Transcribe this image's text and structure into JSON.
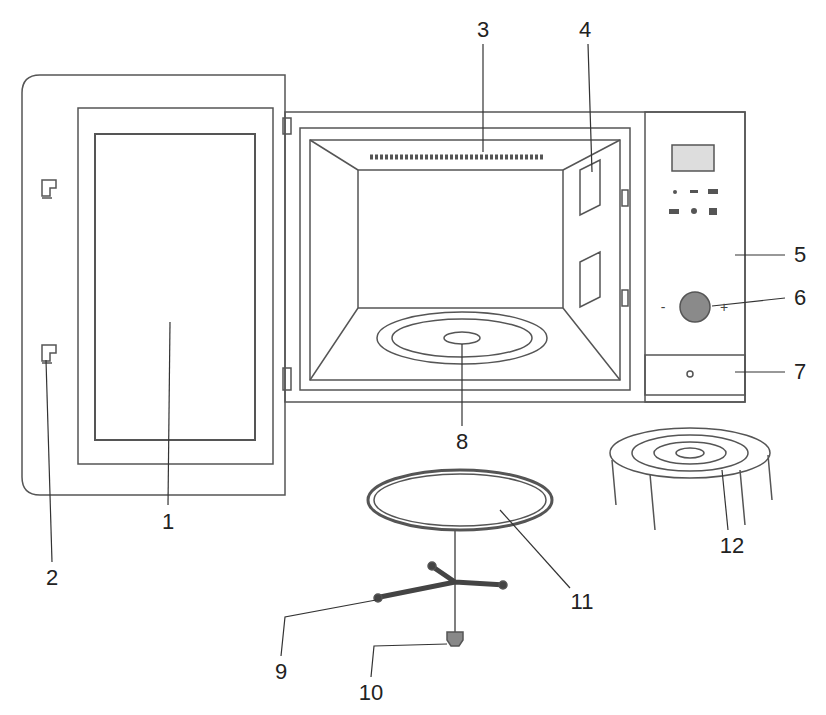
{
  "diagram": {
    "labels": [
      "3",
      "4",
      "5",
      "6",
      "-",
      "+",
      "7",
      "8",
      "1",
      "12",
      "2",
      "11",
      "9",
      "10"
    ]
  }
}
